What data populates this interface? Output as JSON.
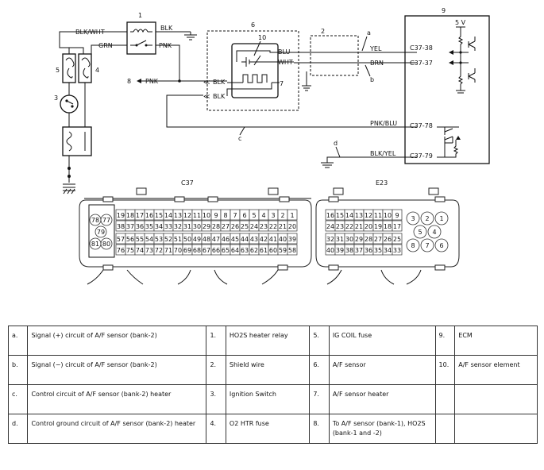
{
  "wire_labels": {
    "blk_wht": "BLK/WHT",
    "blk_top": "BLK",
    "grn": "GRN",
    "pnk_top": "PNK",
    "pnk_left": "PNK",
    "blk_a": "BLK",
    "blk_b": "BLK",
    "blu": "BLU",
    "wht": "WHT",
    "yel": "YEL",
    "brn": "BRN",
    "pnk_blu": "PNK/BLU",
    "blk_yel": "BLK/YEL"
  },
  "terminals": {
    "t1": "C37-38",
    "t2": "C37-37",
    "t3": "C37-78",
    "t4": "C37-79"
  },
  "callouts": {
    "n1": "1",
    "n2": "2",
    "n3": "3",
    "n4": "4",
    "n5": "5",
    "n6": "6",
    "n7": "7",
    "n8": "8",
    "n9": "9",
    "n10": "10",
    "a": "a",
    "b": "b",
    "c": "c",
    "d": "d",
    "voltage": "5 V"
  },
  "connectors": {
    "c37": {
      "name": "C37",
      "row1": [
        "19",
        "18",
        "17",
        "16",
        "15",
        "14",
        "13",
        "12",
        "11",
        "10",
        "9",
        "8",
        "7",
        "6",
        "5",
        "4",
        "3",
        "2",
        "1"
      ],
      "row2": [
        "38",
        "37",
        "36",
        "35",
        "34",
        "33",
        "32",
        "31",
        "30",
        "29",
        "28",
        "27",
        "26",
        "25",
        "24",
        "23",
        "22",
        "21",
        "20"
      ],
      "row3": [
        "57",
        "56",
        "55",
        "54",
        "53",
        "52",
        "51",
        "50",
        "49",
        "48",
        "47",
        "46",
        "45",
        "44",
        "43",
        "42",
        "41",
        "40",
        "39"
      ],
      "row4": [
        "76",
        "75",
        "74",
        "73",
        "72",
        "71",
        "70",
        "69",
        "68",
        "67",
        "66",
        "65",
        "64",
        "63",
        "62",
        "61",
        "60",
        "59",
        "58"
      ],
      "circles": [
        "78",
        "77",
        "79",
        "81",
        "80"
      ]
    },
    "e23": {
      "name": "E23",
      "row1": [
        "16",
        "15",
        "14",
        "13",
        "12",
        "11",
        "10",
        "9"
      ],
      "row2": [
        "24",
        "23",
        "22",
        "21",
        "20",
        "19",
        "18",
        "17"
      ],
      "row3": [
        "32",
        "31",
        "30",
        "29",
        "28",
        "27",
        "26",
        "25"
      ],
      "row4": [
        "40",
        "39",
        "38",
        "37",
        "36",
        "35",
        "34",
        "33"
      ],
      "circles": [
        "3",
        "2",
        "1",
        "5",
        "4",
        "8",
        "7",
        "6"
      ]
    }
  },
  "legend": [
    [
      {
        "key": "a.",
        "text": "Signal (+) circuit of A/F sensor (bank-2)"
      },
      {
        "key": "1.",
        "text": "HO2S heater relay"
      },
      {
        "key": "5.",
        "text": "IG COIL fuse"
      },
      {
        "key": "9.",
        "text": "ECM"
      }
    ],
    [
      {
        "key": "b.",
        "text": "Signal (−) circuit of A/F sensor (bank-2)"
      },
      {
        "key": "2.",
        "text": "Shield wire"
      },
      {
        "key": "6.",
        "text": "A/F sensor"
      },
      {
        "key": "10.",
        "text": "A/F sensor element"
      }
    ],
    [
      {
        "key": "c.",
        "text": "Control circuit of A/F sensor (bank-2) heater"
      },
      {
        "key": "3.",
        "text": "Ignition Switch"
      },
      {
        "key": "7.",
        "text": "A/F sensor heater"
      },
      {
        "key": "",
        "text": ""
      }
    ],
    [
      {
        "key": "d.",
        "text": "Control ground circuit of A/F sensor (bank-2) heater"
      },
      {
        "key": "4.",
        "text": "O2 HTR fuse"
      },
      {
        "key": "8.",
        "text": "To A/F sensor (bank-1), HO2S (bank-1 and -2)"
      },
      {
        "key": "",
        "text": ""
      }
    ]
  ]
}
